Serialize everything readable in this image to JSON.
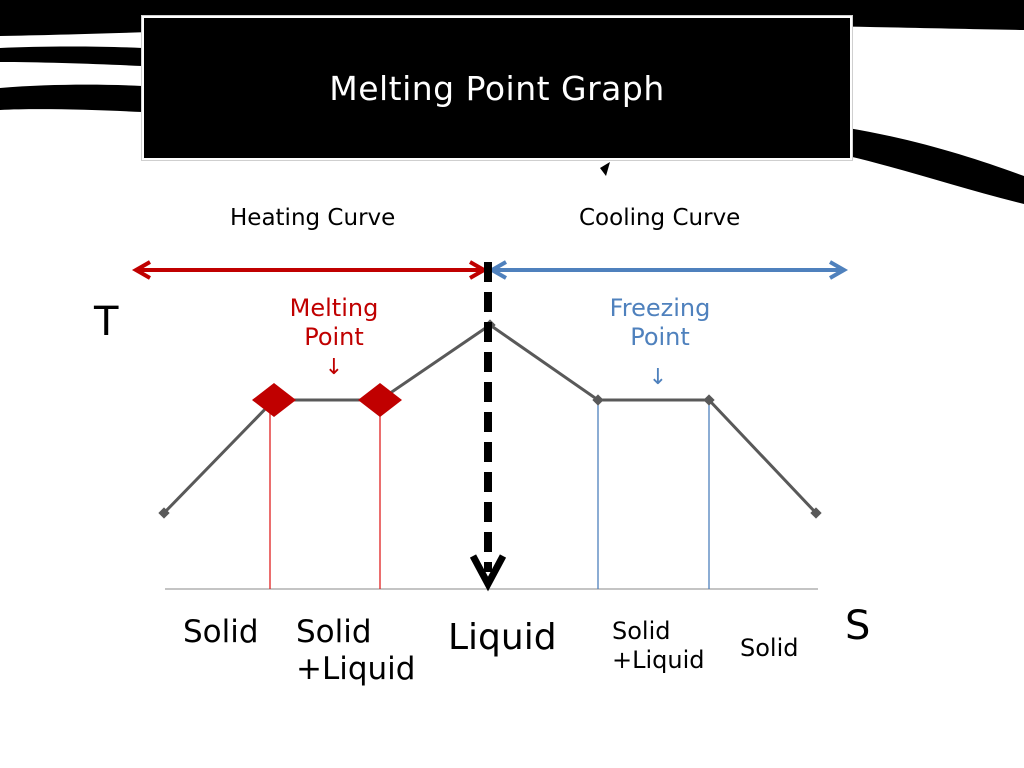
{
  "title": "Melting Point Graph",
  "sections": {
    "heating": "Heating Curve",
    "cooling": "Cooling Curve"
  },
  "axes": {
    "y_label": "T",
    "x_label": "S"
  },
  "points": {
    "melting": "Melting\nPoint",
    "freezing": "Freezing\nPoint",
    "down_arrow": "↓"
  },
  "phases": [
    "Solid",
    "Solid\n+Liquid",
    "Liquid",
    "Solid\n+Liquid",
    "Solid"
  ],
  "colors": {
    "heating": "#c00000",
    "cooling": "#4f81bd",
    "curve": "#595959",
    "title_bg": "#000000"
  }
}
